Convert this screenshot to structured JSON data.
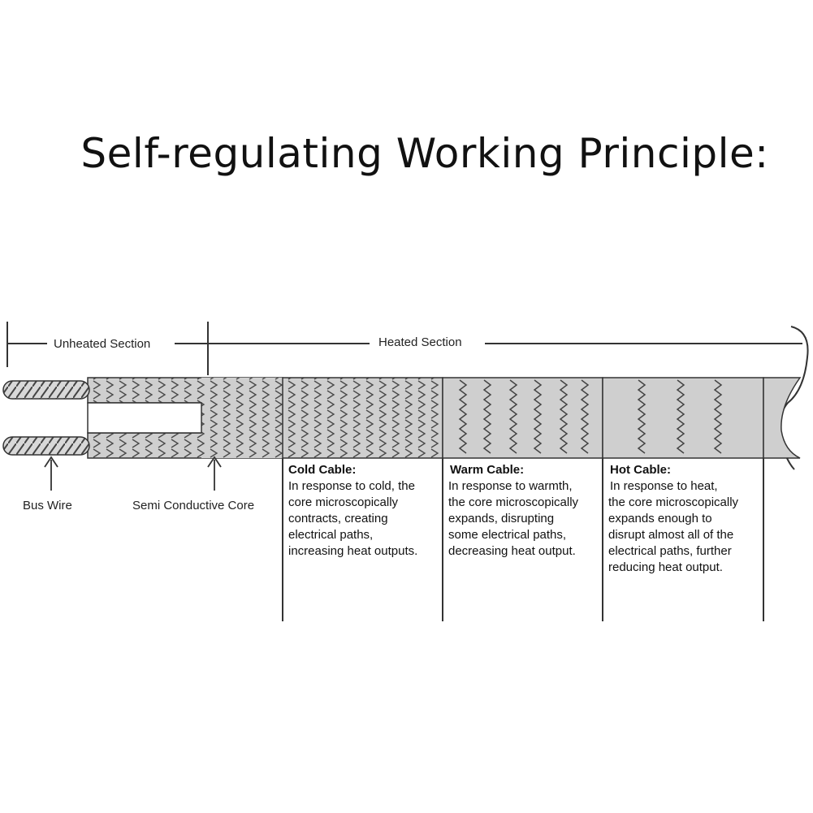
{
  "title": "Self-regulating Working Principle:",
  "sections": {
    "unheated": "Unheated Section",
    "heated": "Heated Section"
  },
  "callouts": {
    "bus_wire": "Bus Wire",
    "core": "Semi Conductive Core"
  },
  "columns": [
    {
      "heading": "Cold Cable:",
      "lines": [
        "In response to cold, the",
        "core microscopically",
        "contracts, creating",
        "electrical paths,",
        "increasing heat outputs."
      ]
    },
    {
      "heading": "Warm Cable:",
      "lines": [
        "In response to warmth,",
        "the core microscopically",
        "expands, disrupting",
        "some electrical paths,",
        "decreasing heat output."
      ]
    },
    {
      "heading": "Hot Cable:",
      "lines": [
        "In response to heat,",
        "the core microscopically",
        "expands enough to",
        "disrupt almost all of the",
        "electrical paths, further",
        "reducing heat output."
      ]
    }
  ]
}
